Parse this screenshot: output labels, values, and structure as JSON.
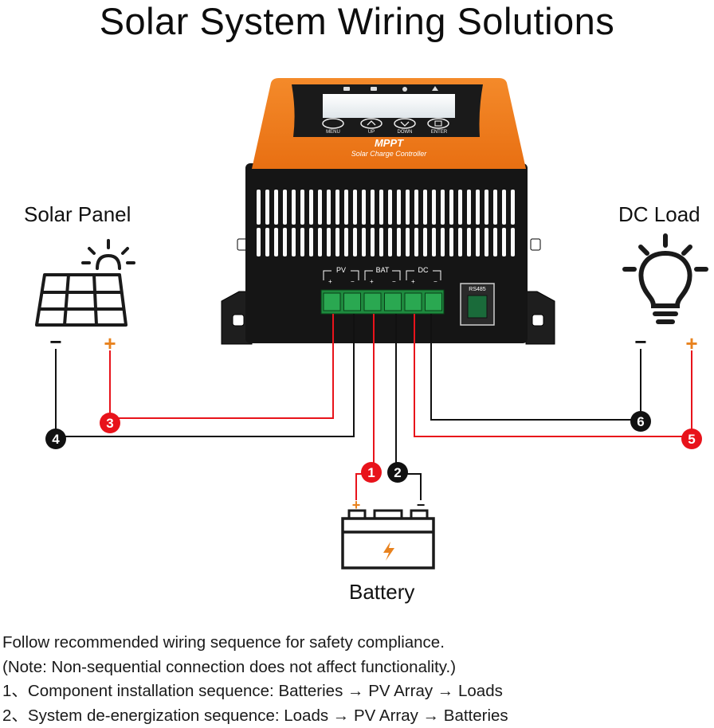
{
  "title": "Solar System Wiring Solutions",
  "labels": {
    "solar_panel": "Solar Panel",
    "dc_load": "DC Load",
    "battery": "Battery"
  },
  "controller": {
    "brand": "MPPT",
    "subtitle": "Solar Charge Controller",
    "buttons": [
      "MENU",
      "UP",
      "DOWN",
      "ENTER"
    ],
    "terminals": [
      "PV",
      "BAT",
      "DC"
    ],
    "port": "RS485"
  },
  "terminal_signs": {
    "plus": "+",
    "minus": "−"
  },
  "steps": [
    {
      "number": "1",
      "color": "#e8131b"
    },
    {
      "number": "2",
      "color": "#111111"
    },
    {
      "number": "3",
      "color": "#e8131b"
    },
    {
      "number": "4",
      "color": "#111111"
    },
    {
      "number": "5",
      "color": "#e8131b"
    },
    {
      "number": "6",
      "color": "#111111"
    }
  ],
  "colors": {
    "positive_wire": "#e8131b",
    "negative_wire": "#111111",
    "controller_orange": "#f07d1e",
    "plus_sign": "#e8821e"
  },
  "notes": [
    "Follow recommended wiring sequence  for safety compliance.",
    "(Note: Non-sequential connection does not affect functionality.)",
    "1、Component installation sequence: Batteries → PV Array → Loads",
    "2、System de-energization sequence: Loads → PV Array → Batteries"
  ]
}
